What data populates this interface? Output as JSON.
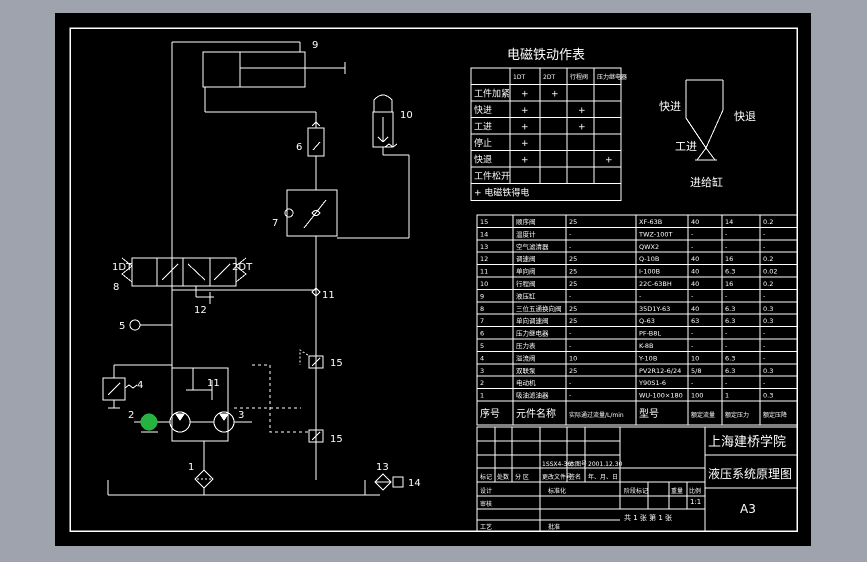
{
  "sheet": {
    "background": "#000000",
    "line_color": "#ffffff"
  },
  "circuit": {
    "labels": {
      "n9": "9",
      "n10": "10",
      "n6": "6",
      "n7": "7",
      "dt1": "1DT",
      "dt2": "2DT",
      "n8": "8",
      "n12": "12",
      "n11a": "11",
      "n5": "5",
      "n15a": "15",
      "n4": "4",
      "n11b": "11",
      "n2": "2",
      "n3": "3",
      "n15b": "15",
      "n1": "1",
      "n13": "13",
      "n14": "14"
    }
  },
  "action_table": {
    "title": "电磁铁动作表",
    "headers": [
      "",
      "1DT",
      "2DT",
      "行程阀",
      "压力继电器"
    ],
    "rows": [
      [
        "工件加紧",
        "+",
        "+",
        "",
        ""
      ],
      [
        "快进",
        "+",
        "",
        "+",
        ""
      ],
      [
        "工进",
        "+",
        "",
        "+",
        ""
      ],
      [
        "停止",
        "+",
        "",
        "",
        ""
      ],
      [
        "快退",
        "+",
        "",
        "",
        "+"
      ],
      [
        "工件松开",
        "",
        "",
        "",
        ""
      ]
    ],
    "note": "+ 电磁铁得电"
  },
  "cycle": {
    "fast_in": "快进",
    "fast_out": "快退",
    "work": "工进",
    "cylinder": "进给缸"
  },
  "parts": {
    "rows": [
      [
        "15",
        "顺序阀",
        "25",
        "XF-63B",
        "40",
        "14",
        "0.2"
      ],
      [
        "14",
        "温度计",
        "-",
        "TWZ-100T",
        "-",
        "-",
        "-"
      ],
      [
        "13",
        "空气滤清器",
        "-",
        "QWX2",
        "-",
        "-",
        "-"
      ],
      [
        "12",
        "调速阀",
        "25",
        "Q-10B",
        "40",
        "16",
        "0.2"
      ],
      [
        "11",
        "单向阀",
        "25",
        "I-100B",
        "40",
        "6.3",
        "0.02"
      ],
      [
        "10",
        "行程阀",
        "25",
        "22C-63BH",
        "40",
        "16",
        "0.2"
      ],
      [
        "9",
        "液压缸",
        "-",
        "-",
        "-",
        "-",
        "-"
      ],
      [
        "8",
        "三位五通换向阀",
        "25",
        "35D1Y-63",
        "40",
        "6.3",
        "0.3"
      ],
      [
        "7",
        "单向调速阀",
        "25",
        "Q-63",
        "63",
        "6.3",
        "0.3"
      ],
      [
        "6",
        "压力继电器",
        "-",
        "PF-B8L",
        "-",
        "-",
        "-"
      ],
      [
        "5",
        "压力表",
        "-",
        "K-8B",
        "-",
        "-",
        "-"
      ],
      [
        "4",
        "溢流阀",
        "10",
        "Y-10B",
        "10",
        "6.3",
        "-"
      ],
      [
        "3",
        "双联泵",
        "25",
        "PV2R12-6/24",
        "5/8",
        "6.3",
        "0.3"
      ],
      [
        "2",
        "电动机",
        "-",
        "Y90S1-6",
        "-",
        "-",
        "-"
      ],
      [
        "1",
        "吸油滤油器",
        "-",
        "WU-100×180",
        "100",
        "1",
        "0.3"
      ]
    ],
    "header": [
      "序号",
      "元件名称",
      "实际通过流量/L/min",
      "型号",
      "额定流量",
      "额定压力",
      "额定压降"
    ]
  },
  "title_block": {
    "school": "上海建桥学院",
    "drawing_title": "液压系统原理图",
    "size": "A3",
    "scale": "1:1",
    "sheet_count": "共 1 张  第 1 张",
    "cells": {
      "c1": "1SSX4-36",
      "c2": "本图号",
      "c3": "2001.12.30",
      "c4": "标记",
      "c5": "处数",
      "c6": "分 区",
      "c7": "更改文件号",
      "c8": "签名",
      "c9": "年、月、日",
      "c10": "设计",
      "c11": "标准化",
      "c12": "阶段标记",
      "c13": "重量",
      "c14": "比例",
      "c15": "审核",
      "c16": "工艺",
      "c17": "批准"
    }
  }
}
